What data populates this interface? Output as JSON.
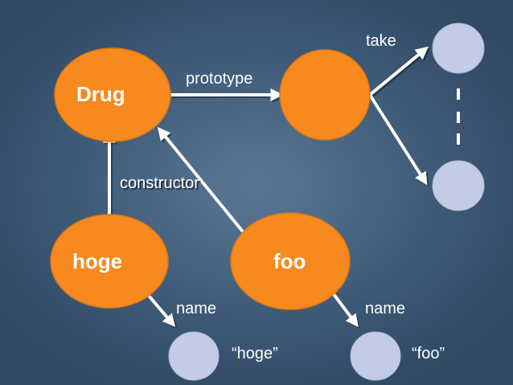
{
  "nodes": {
    "drug": {
      "label": "Drug"
    },
    "hoge": {
      "label": "hoge"
    },
    "foo": {
      "label": "foo"
    }
  },
  "edges": {
    "prototype": "prototype",
    "take": "take",
    "constructor": "constructor",
    "hoge_name": "name",
    "foo_name": "name"
  },
  "values": {
    "hoge": "“hoge”",
    "foo": "“foo”"
  },
  "colors": {
    "background": "#3f5b78",
    "orange_node": "#f68a1f",
    "gray_node": "#c4cbe6",
    "arrow": "#ffffff"
  }
}
